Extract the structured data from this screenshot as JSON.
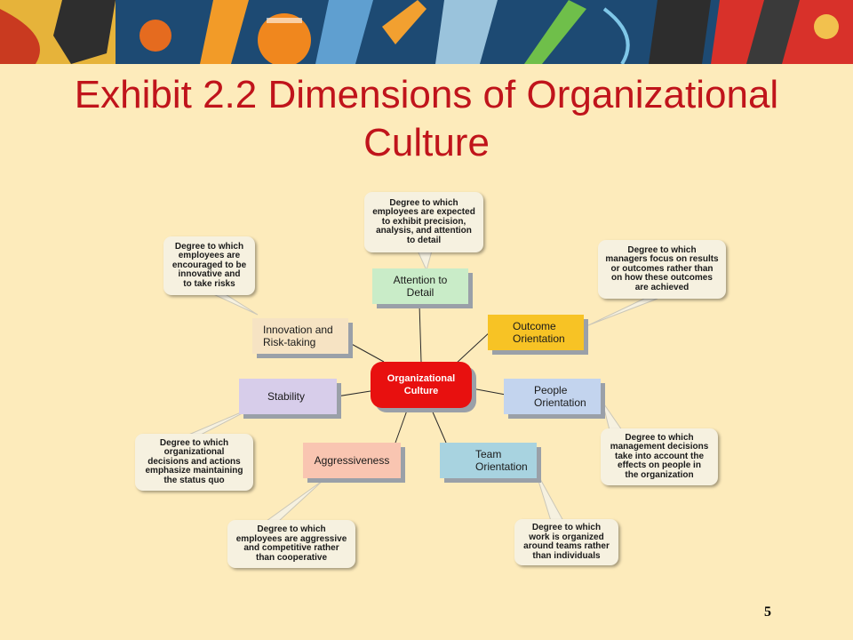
{
  "slide": {
    "title": [
      "Exhibit 2.2 Dimensions of Organizational",
      "Culture"
    ],
    "page_number": "5"
  },
  "diagram": {
    "center": [
      "Organizational",
      "Culture"
    ],
    "dimensions": [
      {
        "id": "attention-to-detail",
        "label": [
          "Attention to",
          "Detail"
        ],
        "color": "#c9ecc8",
        "description": [
          "Degree to which",
          "employees are expected",
          "to exhibit precision,",
          "analysis, and attention",
          "to detail"
        ]
      },
      {
        "id": "outcome-orientation",
        "label": [
          "Outcome",
          "Orientation"
        ],
        "color": "#f7c325",
        "description": [
          "Degree to which",
          "managers focus on results",
          "or outcomes rather than",
          "on how these outcomes",
          "are achieved"
        ]
      },
      {
        "id": "people-orientation",
        "label": [
          "People",
          "Orientation"
        ],
        "color": "#c3d4ee",
        "description": [
          "Degree to which",
          "management decisions",
          "take into account the",
          "effects on people in",
          "the organization"
        ]
      },
      {
        "id": "team-orientation",
        "label": [
          "Team",
          "Orientation"
        ],
        "color": "#a8d3e0",
        "description": [
          "Degree to which",
          "work is organized",
          "around teams rather",
          "than individuals"
        ]
      },
      {
        "id": "aggressiveness",
        "label": [
          "Aggressiveness"
        ],
        "color": "#f9c5b1",
        "description": [
          "Degree to which",
          "employees are aggressive",
          "and competitive rather",
          "than cooperative"
        ]
      },
      {
        "id": "stability",
        "label": [
          "Stability"
        ],
        "color": "#d7cdea",
        "description": [
          "Degree to which",
          "organizational",
          "decisions and actions",
          "emphasize maintaining",
          "the status quo"
        ]
      },
      {
        "id": "innovation-and-risk-taking",
        "label": [
          "Innovation and",
          "Risk-taking"
        ],
        "color": "#f6e3c3",
        "description": [
          "Degree to which",
          "employees are",
          "encouraged to be",
          "innovative and",
          "to take risks"
        ]
      }
    ]
  },
  "colors": {
    "title": "#c0141b",
    "background": "#fdebbb",
    "center": "#e8100f"
  }
}
